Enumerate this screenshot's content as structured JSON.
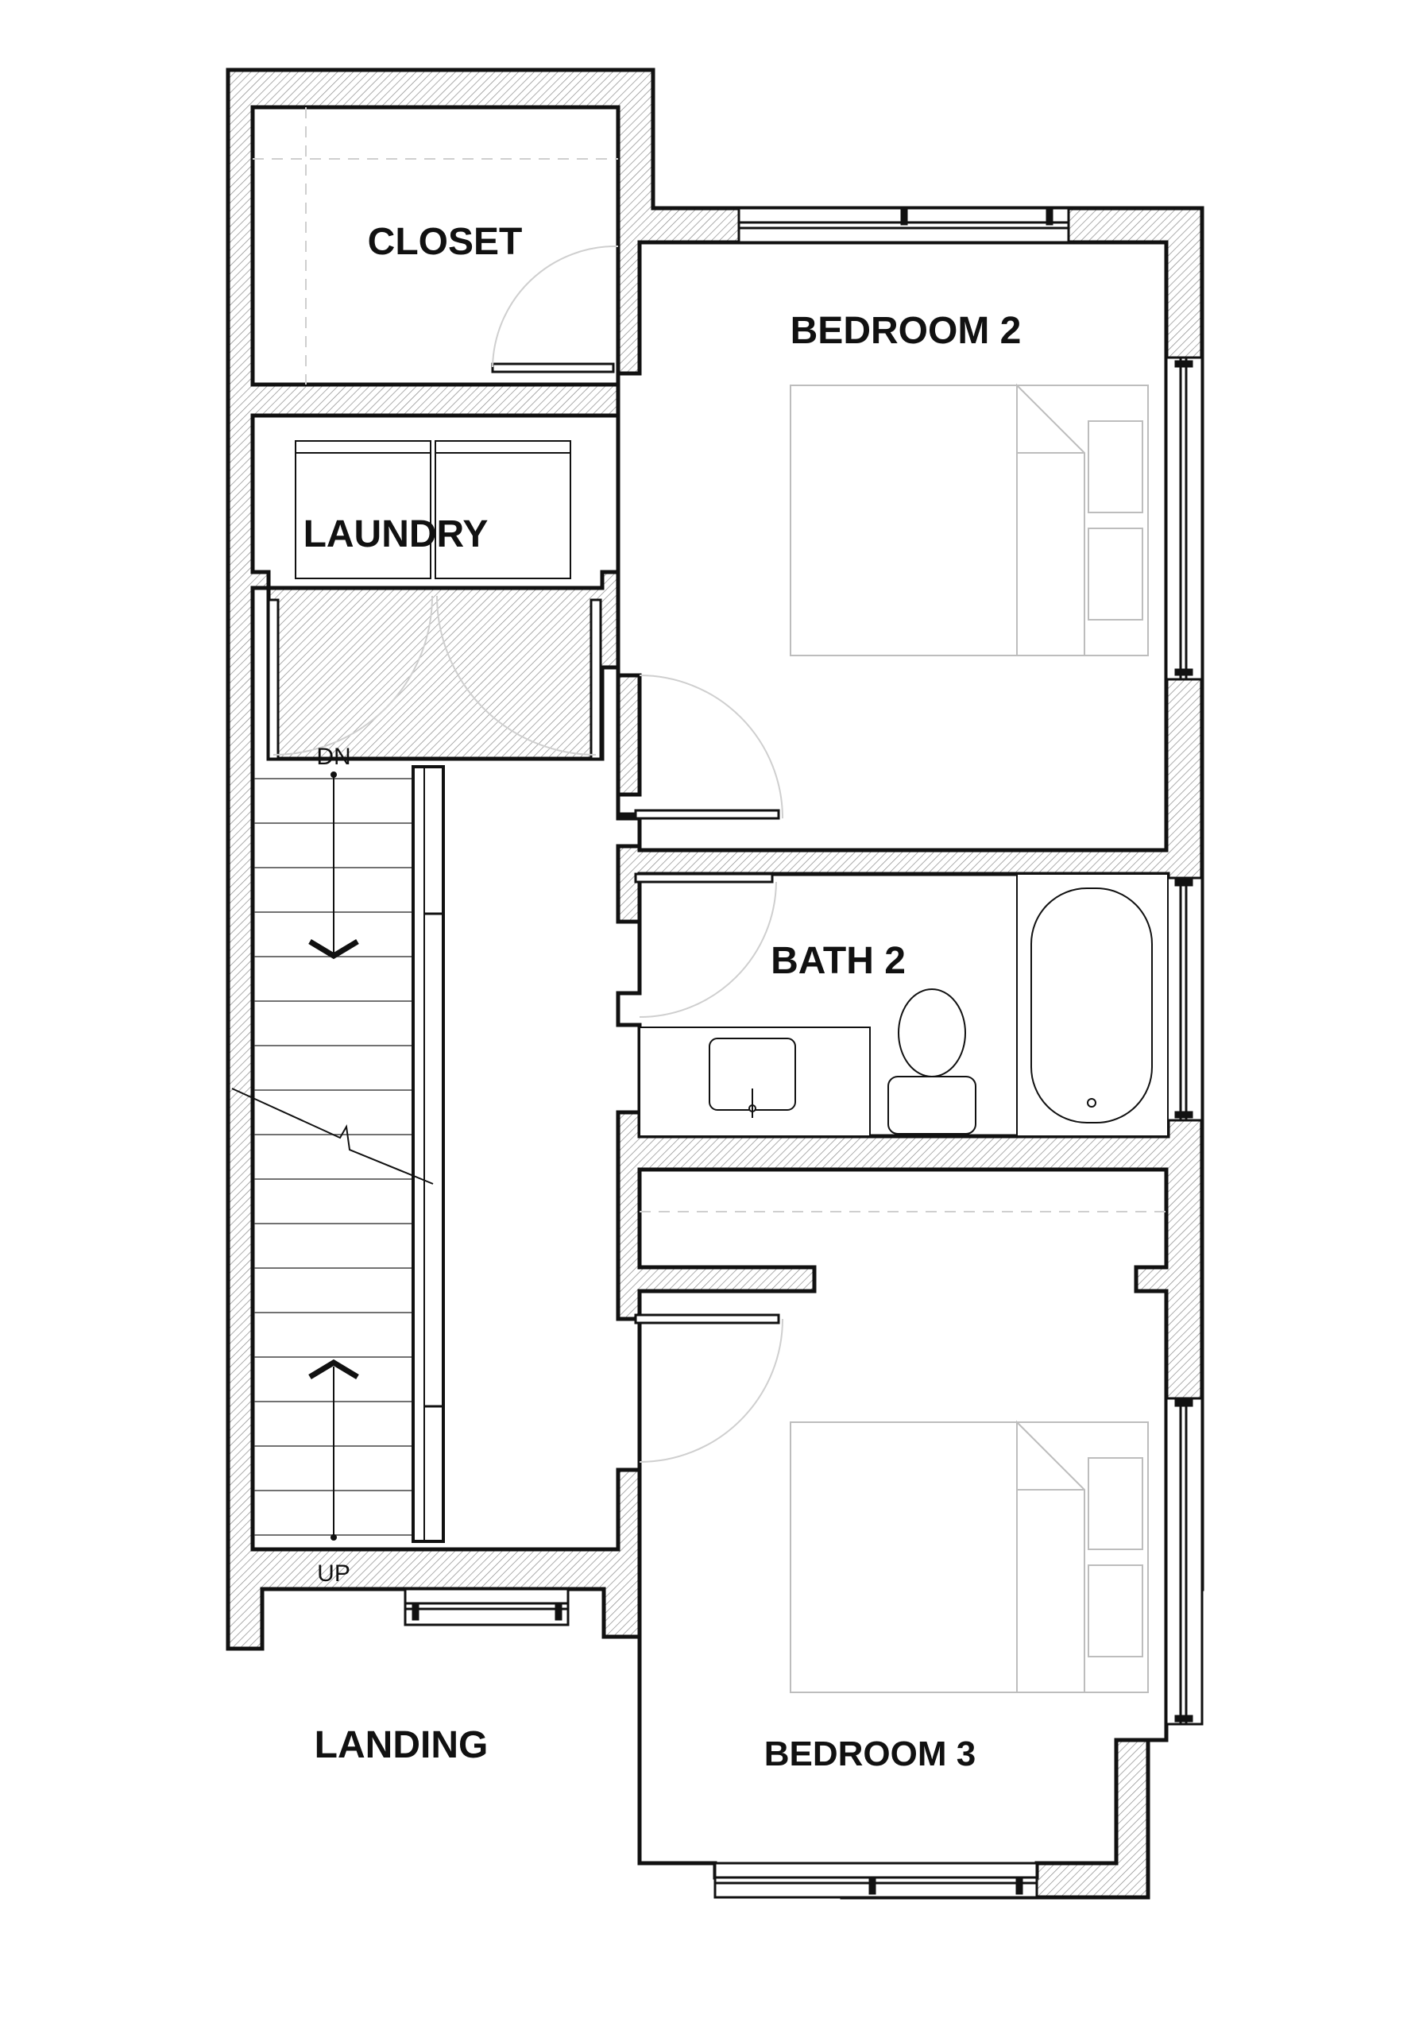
{
  "rooms": {
    "closet": "CLOSET",
    "bedroom2": "BEDROOM 2",
    "laundry": "LAUNDRY",
    "bath2": "BATH 2",
    "landing": "LANDING",
    "bedroom3": "BEDROOM 3"
  },
  "stairs": {
    "down": "DN",
    "up": "UP"
  },
  "colors": {
    "wall_line": "#111111",
    "hatch": "#8a8a8a",
    "fixture_line": "#bdbdbd"
  }
}
